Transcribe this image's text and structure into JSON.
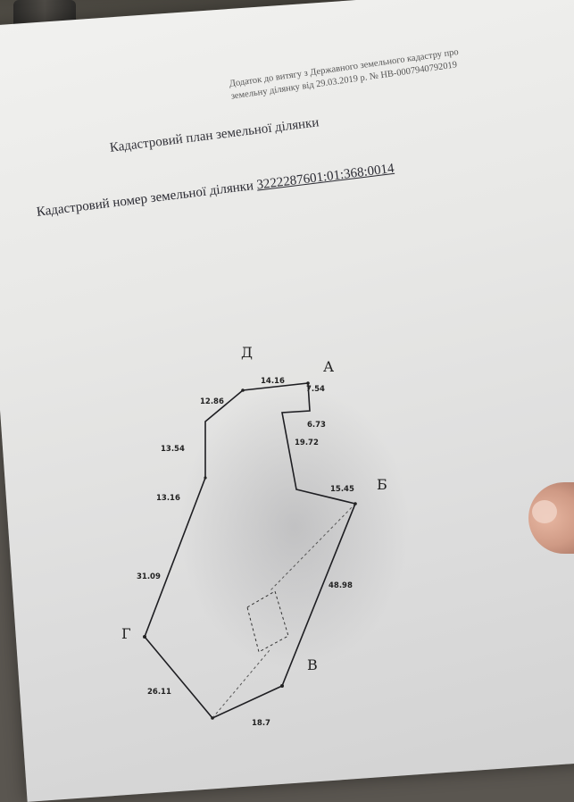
{
  "document": {
    "annex_line1": "Додаток до витягу з Державного земельного кадастру про",
    "annex_line2": "земельну ділянку від 29.03.2019 р. № НВ-0007940792019",
    "title": "Кадастровий план земельної ділянки",
    "cadastral_label": "Кадастровий номер земельної ділянки",
    "cadastral_number": "3222287601:01:368:0014"
  },
  "plan": {
    "point_labels": {
      "A": "А",
      "B": "Б",
      "V": "В",
      "G": "Г",
      "D": "Д"
    },
    "segments": [
      "14.16",
      "7.54",
      "6.73",
      "19.72",
      "15.45",
      "48.98",
      "18.7",
      "26.11",
      "31.09",
      "13.16",
      "13.54",
      "12.86"
    ]
  }
}
